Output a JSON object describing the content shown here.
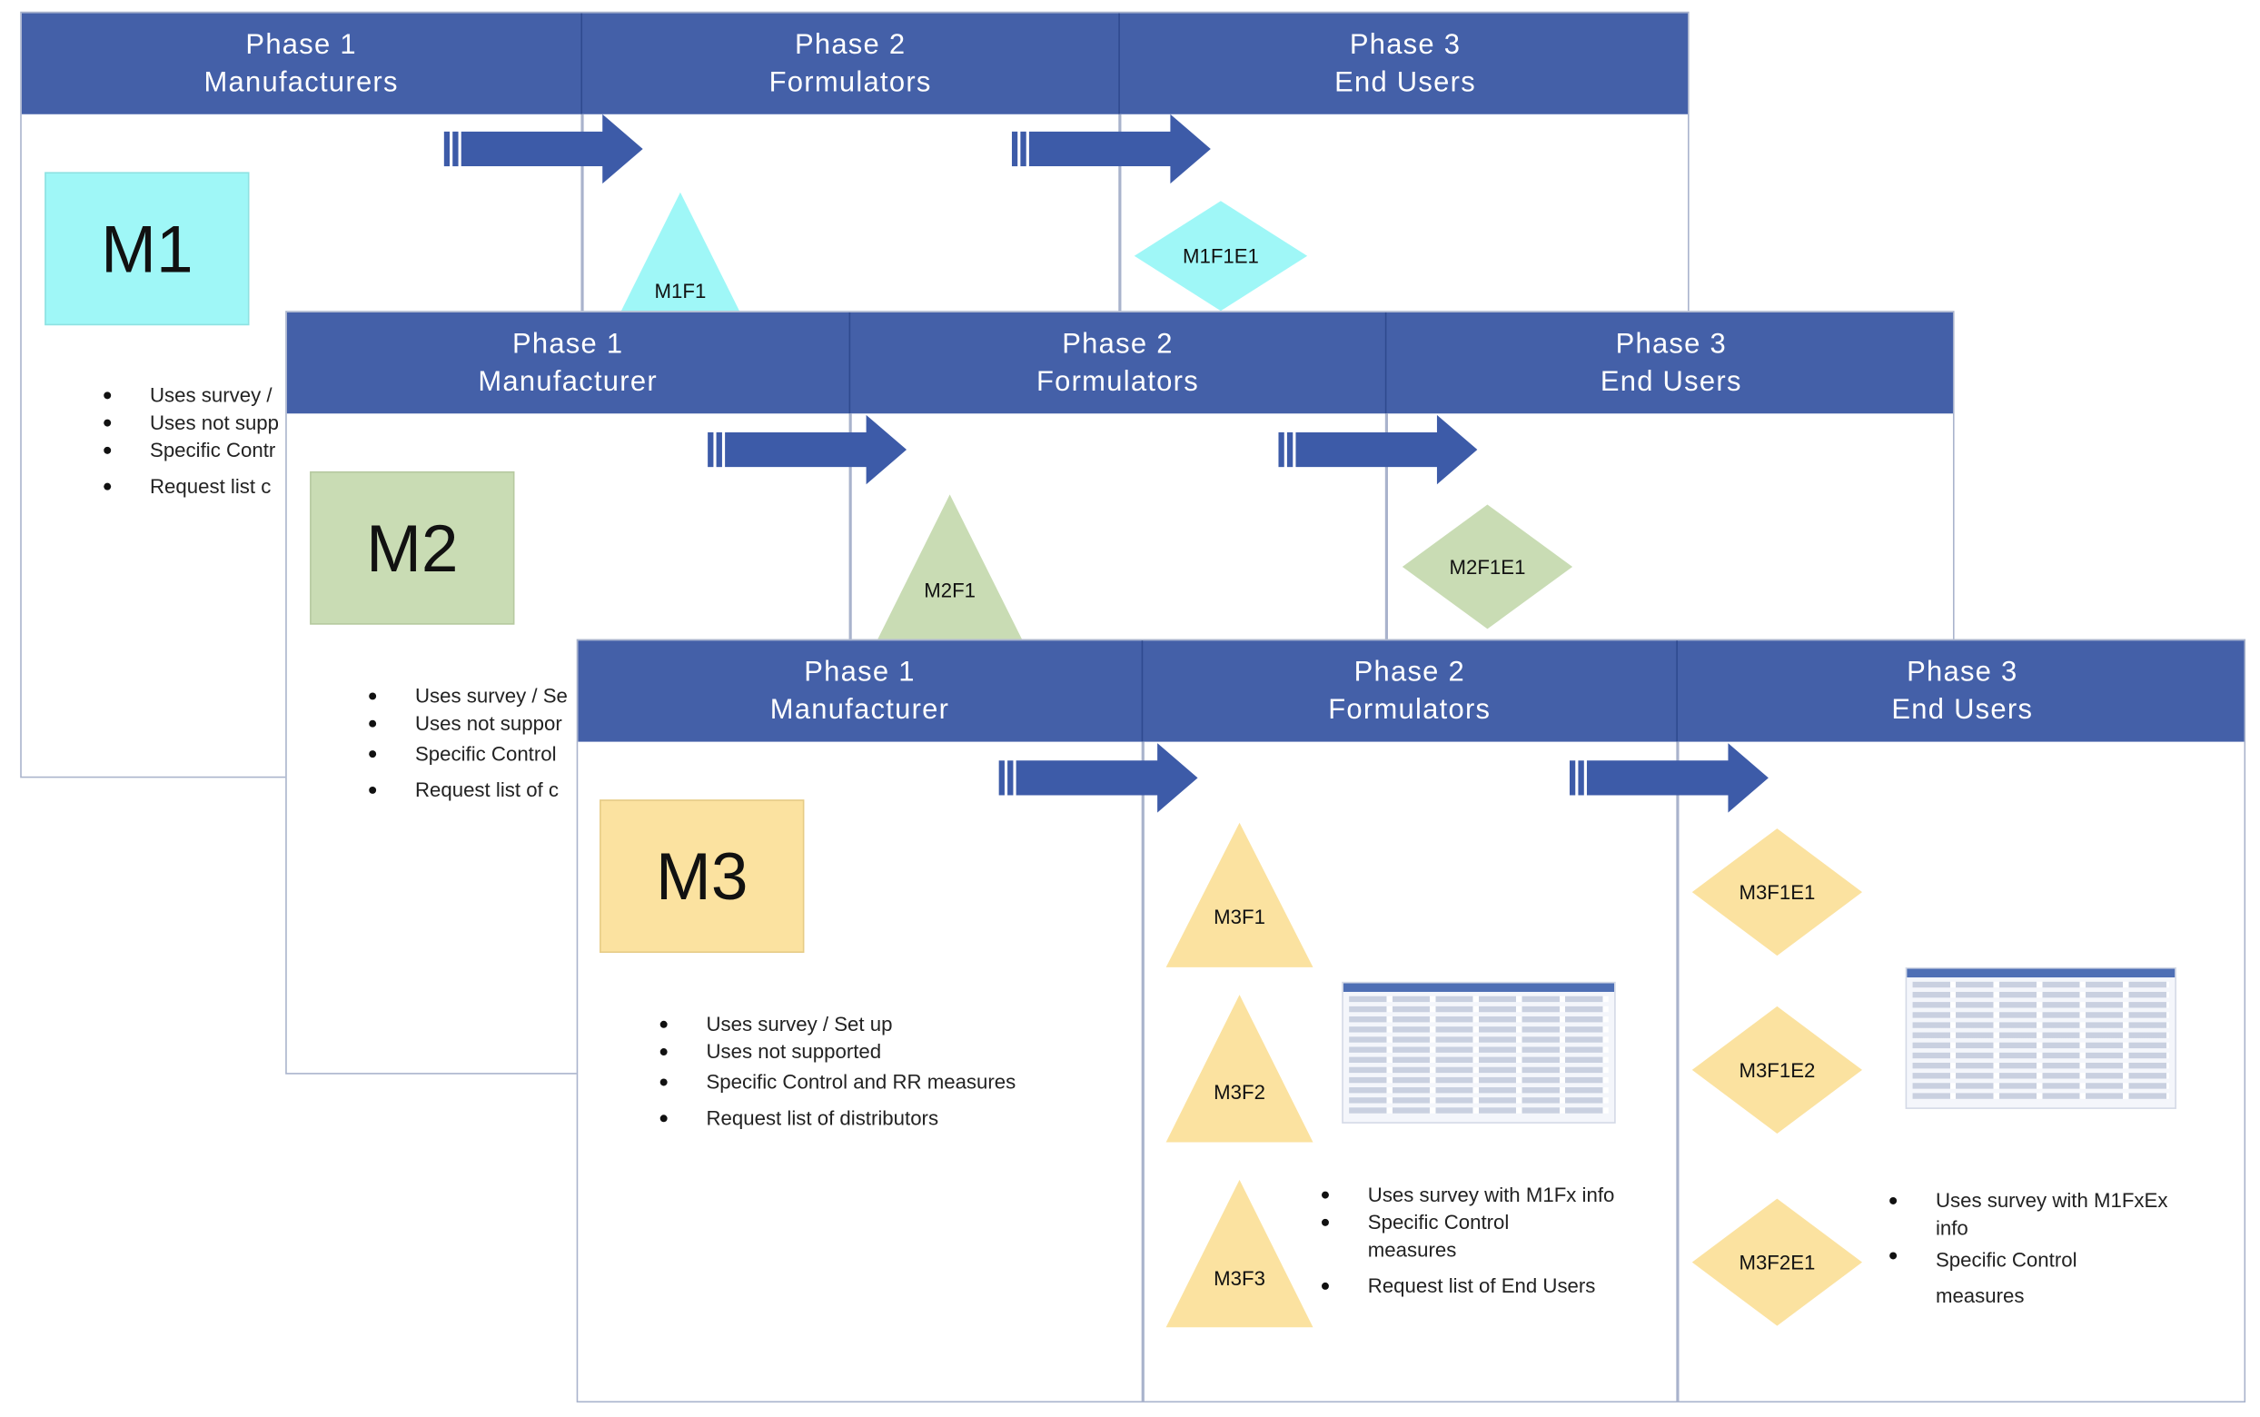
{
  "cards": [
    {
      "id": "m1",
      "phases": [
        {
          "line1": "Phase 1",
          "line2": "Manufacturers"
        },
        {
          "line1": "Phase 2",
          "line2": "Formulators"
        },
        {
          "line1": "Phase 3",
          "line2": "End Users"
        }
      ],
      "manufacturer_label": "M1",
      "formulator_labels": [
        "M1F1"
      ],
      "enduser_labels": [
        "M1F1E1"
      ],
      "phase1_bullets": [
        "Uses survey /",
        "Uses not supp",
        "Specific Contr",
        "Request  list c"
      ]
    },
    {
      "id": "m2",
      "phases": [
        {
          "line1": "Phase 1",
          "line2": "Manufacturer"
        },
        {
          "line1": "Phase 2",
          "line2": "Formulators"
        },
        {
          "line1": "Phase 3",
          "line2": "End Users"
        }
      ],
      "manufacturer_label": "M2",
      "formulator_labels": [
        "M2F1"
      ],
      "enduser_labels": [
        "M2F1E1"
      ],
      "phase1_bullets": [
        "Uses survey / Se",
        "Uses not suppor",
        "Specific Control",
        "Request  list of c"
      ]
    },
    {
      "id": "m3",
      "phases": [
        {
          "line1": "Phase 1",
          "line2": "Manufacturer"
        },
        {
          "line1": "Phase 2",
          "line2": "Formulators"
        },
        {
          "line1": "Phase 3",
          "line2": "End Users"
        }
      ],
      "manufacturer_label": "M3",
      "formulator_labels": [
        "M3F1",
        "M3F2",
        "M3F3"
      ],
      "enduser_labels": [
        "M3F1E1",
        "M3F1E2",
        "M3F2E1"
      ],
      "phase1_bullets": [
        "Uses survey / Set up",
        "Uses not supported",
        "Specific Control and RR measures",
        "Request  list of distributors"
      ],
      "phase2_bullets": [
        "Uses survey with M1Fx  info",
        "Specific Control measures",
        "Request  list of End Users"
      ],
      "phase3_bullets": [
        "Uses survey with M1FxEx info",
        "Specific Control measures"
      ]
    }
  ],
  "colors": {
    "header": "#4460a8",
    "arrow": "#3d5ba8",
    "m1": "#9ff7f7",
    "m2": "#c9dcb4",
    "m3": "#fbe2a0"
  }
}
